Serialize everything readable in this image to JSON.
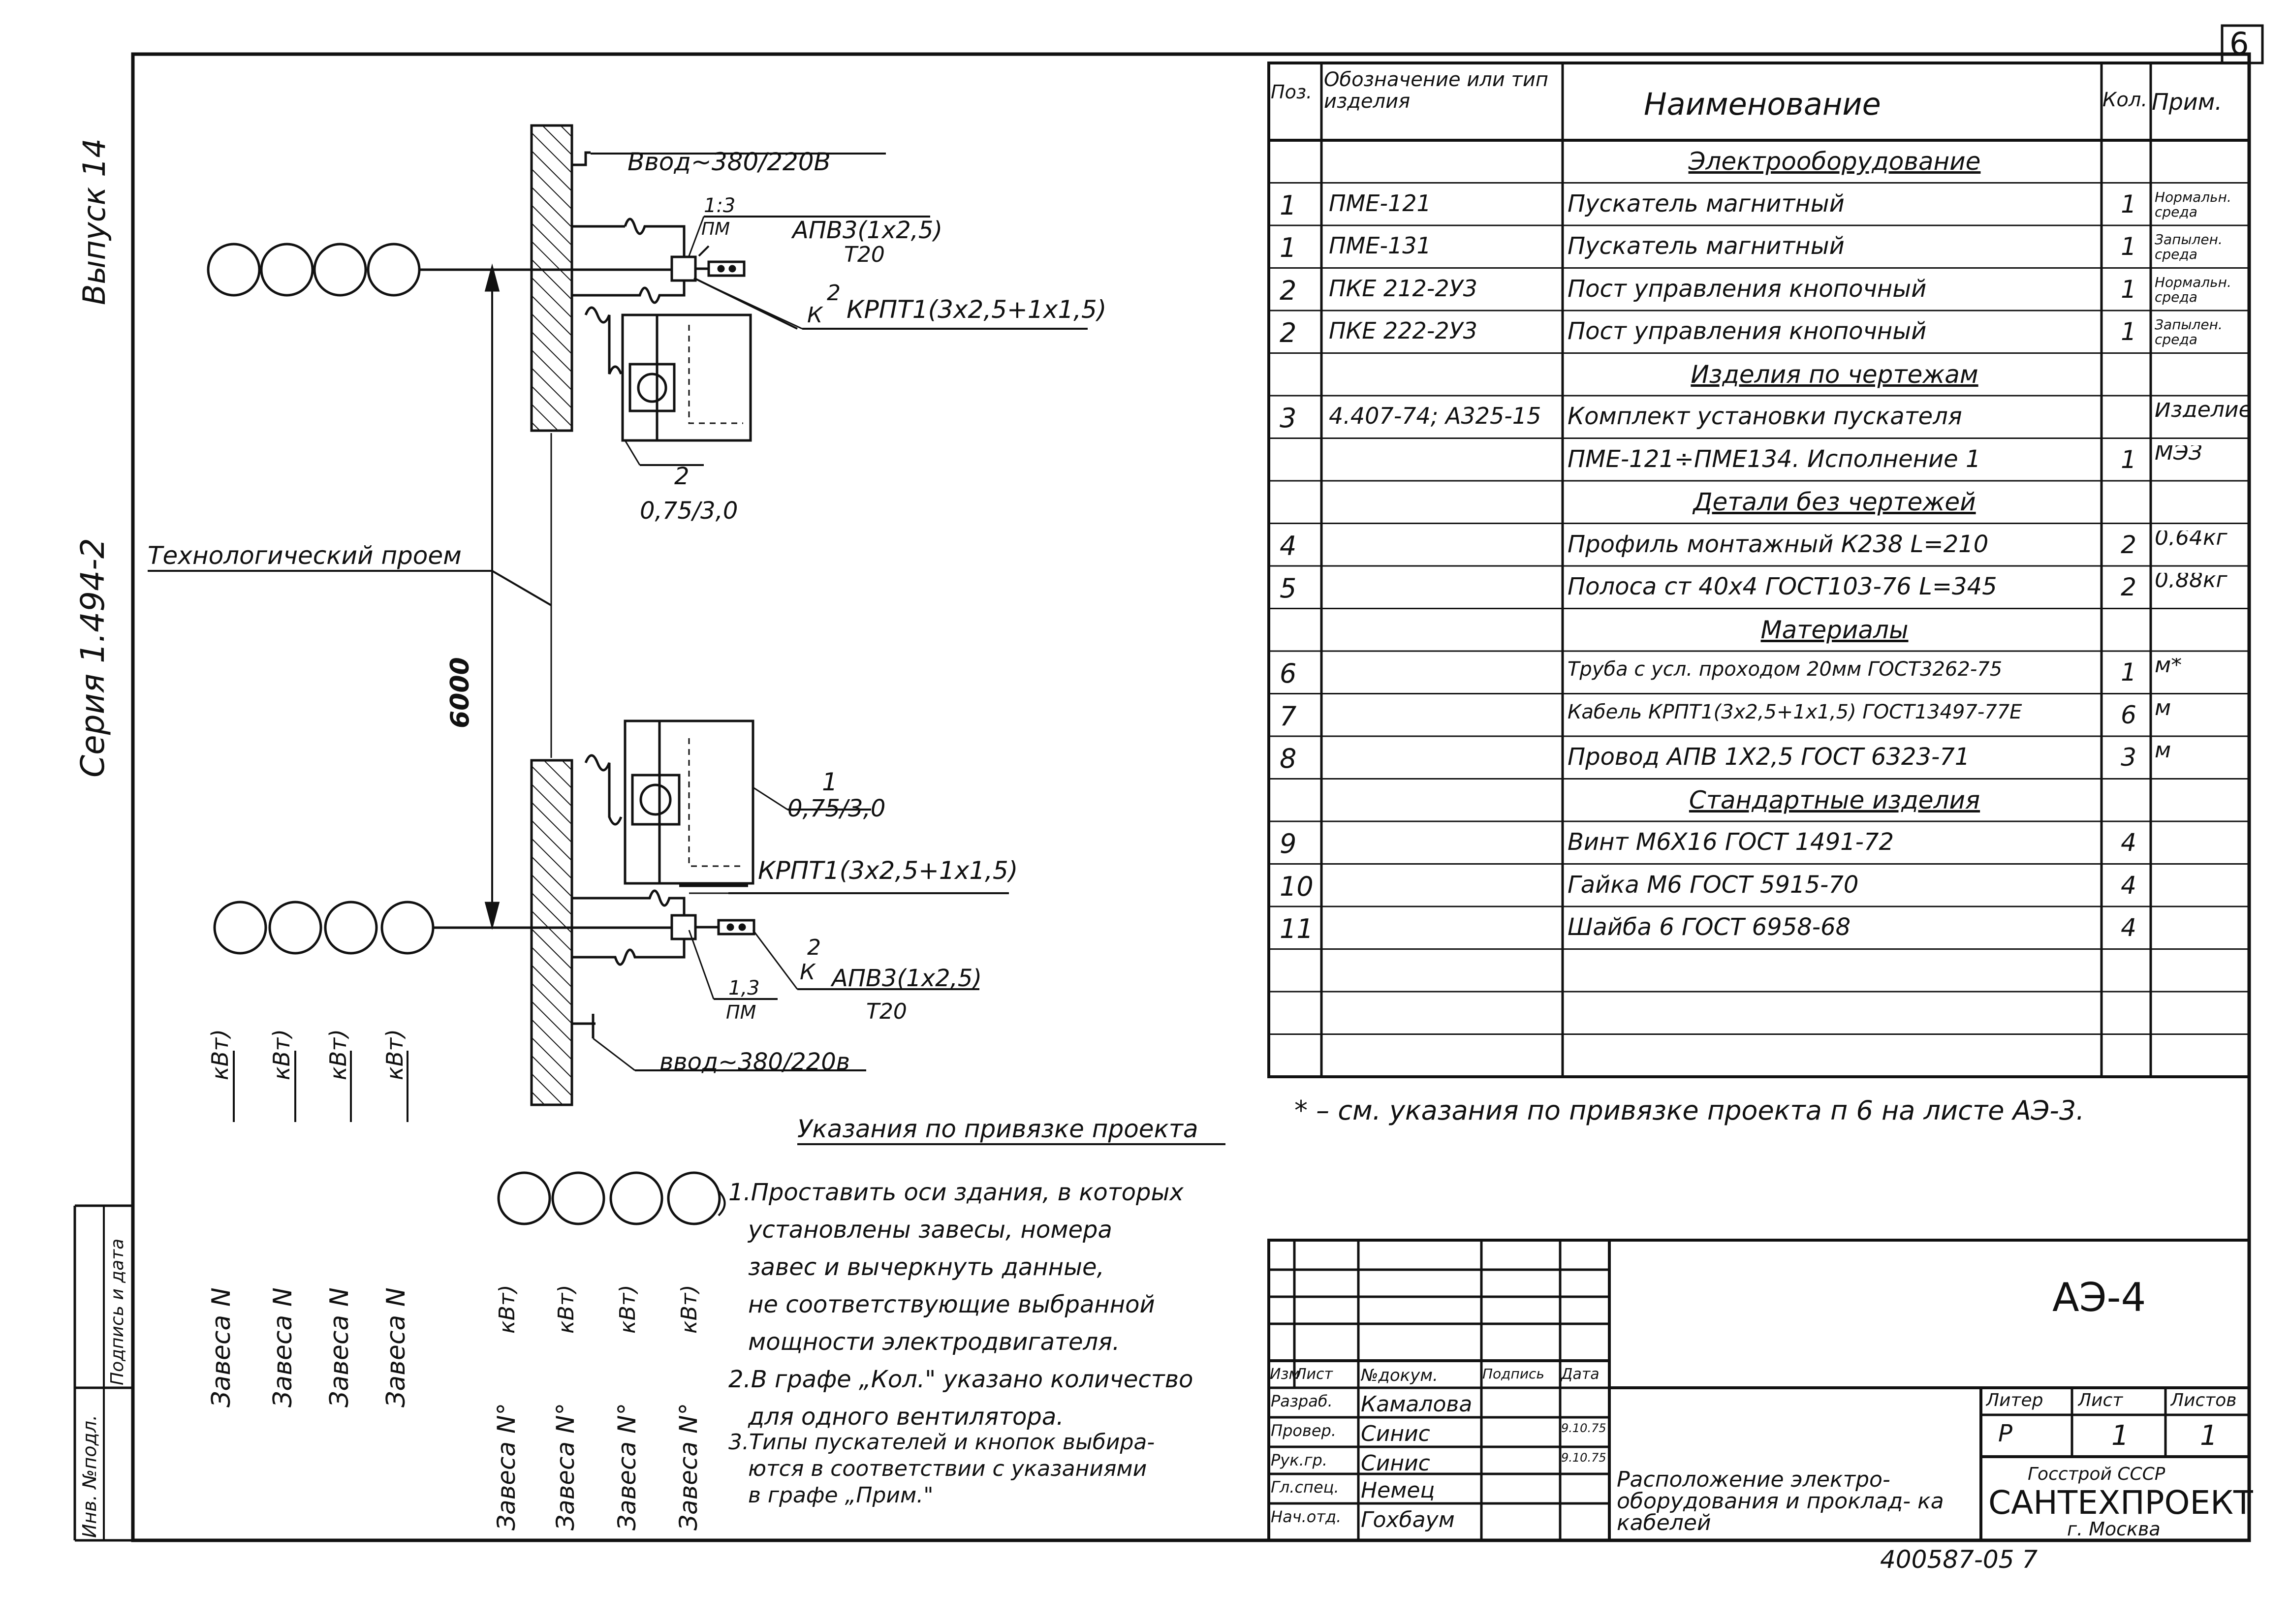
{
  "page_number": "6",
  "margin": {
    "vypusk": "Выпуск 14",
    "seriya": "Серия 1.494-2",
    "inv": "Инв. №подл.",
    "podpis": "Подпись и дата"
  },
  "diagram": {
    "vvod_top": "Ввод~380/220В",
    "vvod_bottom": "ввод~380/220в",
    "tech_proem": "Технологический проем",
    "dim_6000": "6000",
    "top_frac_num": "1:3",
    "top_frac_den": "ПМ",
    "top_apv": "АПВ3(1х2,5)",
    "top_t20": "Т20",
    "top_k_num": "2",
    "top_k_den": "К",
    "top_krpt": "КРПТ1(3х2,5+1х1,5)",
    "top_motor_num": "2",
    "top_motor_den": "0,75/3,0",
    "bot_motor_num": "1",
    "bot_motor_den": "0,75/3,0",
    "bot_krpt": "КРПТ1(3х2,5+1х1,5)",
    "bot_k_num": "2",
    "bot_k_den": "К",
    "bot_apv": "АПВ3(1х2,5)",
    "bot_t20": "Т20",
    "bot_frac_num": "1,3",
    "bot_frac_den": "ПМ",
    "zavesa_label": "Завеса N",
    "zavesa_unit": "кВт)",
    "zavesa0_label": "Завеса N°",
    "zavesa0_unit": "кВт)"
  },
  "notes": {
    "title": "Указания по привязке проекта",
    "lines": [
      "1.Проставить оси здания, в которых",
      "установлены завесы, номера",
      "завес и вычеркнуть данные,",
      "не соответствующие выбранной",
      "мощности электродвигателя.",
      "2.В графе „Кол.\" указано количество",
      "для одного вентилятора.",
      "3.Типы пускателей и кнопок выбира-",
      "ются в соответствии с указаниями",
      "в графе „Прим.\""
    ]
  },
  "spec": {
    "headers": {
      "pos": "Поз.",
      "code": "Обозначение или тип изделия",
      "name": "Наименование",
      "qty": "Кол.",
      "note": "Прим."
    },
    "rows": [
      {
        "pos": "",
        "code": "",
        "name": "Электрооборудование",
        "qty": "",
        "note": "",
        "section": true
      },
      {
        "pos": "1",
        "code": "ПМЕ-121",
        "name": "Пускатель магнитный",
        "qty": "1",
        "note": "Нормальн. среда"
      },
      {
        "pos": "1",
        "code": "ПМЕ-131",
        "name": "Пускатель магнитный",
        "qty": "1",
        "note": "Запылен. среда"
      },
      {
        "pos": "2",
        "code": "ПКЕ 212-2У3",
        "name": "Пост управления кнопочный",
        "qty": "1",
        "note": "Нормальн. среда"
      },
      {
        "pos": "2",
        "code": "ПКЕ 222-2У3",
        "name": "Пост управления кнопочный",
        "qty": "1",
        "note": "Запылен. среда"
      },
      {
        "pos": "",
        "code": "",
        "name": "Изделия по чертежам",
        "qty": "",
        "note": "",
        "section": true
      },
      {
        "pos": "3",
        "code": "4.407-74; А325-15",
        "name": "Комплект установки пускателя",
        "qty": "",
        "note": "Изделие"
      },
      {
        "pos": "",
        "code": "",
        "name": "ПМЕ-121÷ПМЕ134. Исполнение 1",
        "qty": "1",
        "note": "МЭЗ"
      },
      {
        "pos": "",
        "code": "",
        "name": "Детали без чертежей",
        "qty": "",
        "note": "",
        "section": true
      },
      {
        "pos": "4",
        "code": "",
        "name": "Профиль монтажный К238 L=210",
        "qty": "2",
        "note": "0,64кг"
      },
      {
        "pos": "5",
        "code": "",
        "name": "Полоса ст 40х4 ГОСТ103-76 L=345",
        "qty": "2",
        "note": "0,88кг"
      },
      {
        "pos": "",
        "code": "",
        "name": "Материалы",
        "qty": "",
        "note": "",
        "section": true
      },
      {
        "pos": "6",
        "code": "",
        "name": "Труба с усл. проходом 20мм ГОСТ3262-75",
        "qty": "1",
        "note": "м*"
      },
      {
        "pos": "7",
        "code": "",
        "name": "Кабель КРПТ1(3х2,5+1х1,5) ГОСТ13497-77Е",
        "qty": "6",
        "note": "м"
      },
      {
        "pos": "8",
        "code": "",
        "name": "Провод АПВ 1Х2,5 ГОСТ 6323-71",
        "qty": "3",
        "note": "м"
      },
      {
        "pos": "",
        "code": "",
        "name": "Стандартные изделия",
        "qty": "",
        "note": "",
        "section": true
      },
      {
        "pos": "9",
        "code": "",
        "name": "Винт М6Х16 ГОСТ 1491-72",
        "qty": "4",
        "note": ""
      },
      {
        "pos": "10",
        "code": "",
        "name": "Гайка М6 ГОСТ 5915-70",
        "qty": "4",
        "note": ""
      },
      {
        "pos": "11",
        "code": "",
        "name": "Шайба 6 ГОСТ 6958-68",
        "qty": "4",
        "note": ""
      },
      {
        "pos": "",
        "code": "",
        "name": "",
        "qty": "",
        "note": ""
      },
      {
        "pos": "",
        "code": "",
        "name": "",
        "qty": "",
        "note": ""
      },
      {
        "pos": "",
        "code": "",
        "name": "",
        "qty": "",
        "note": ""
      }
    ],
    "footnote": "* – см. указания по привязке проекта п 6 на листе АЭ-3."
  },
  "stamp": {
    "code": "АЭ-4",
    "col_izm": "Изм",
    "col_list": "Лист",
    "col_ndok": "№докум.",
    "col_podp": "Подпись",
    "col_data": "Дата",
    "people": [
      {
        "role": "Разраб.",
        "name": "Камалова",
        "date": ""
      },
      {
        "role": "Провер.",
        "name": "Синис",
        "date": "9.10.75"
      },
      {
        "role": "Рук.гр.",
        "name": "Синис",
        "date": "9.10.75"
      },
      {
        "role": "Гл.спец.",
        "name": "Немец",
        "date": ""
      },
      {
        "role": "Нач.отд.",
        "name": "Гохбаум",
        "date": ""
      }
    ],
    "title": "Расположение электро- оборудования и проклад- ка кабелей",
    "liter_label": "Литер",
    "list_label": "Лист",
    "listov_label": "Листов",
    "liter": "Р",
    "list": "1",
    "listov": "1",
    "org_top": "Госстрой СССР",
    "org": "САНТЕХПРОЕКТ",
    "city": "г. Москва"
  },
  "bottom_number": "400587-05 7"
}
